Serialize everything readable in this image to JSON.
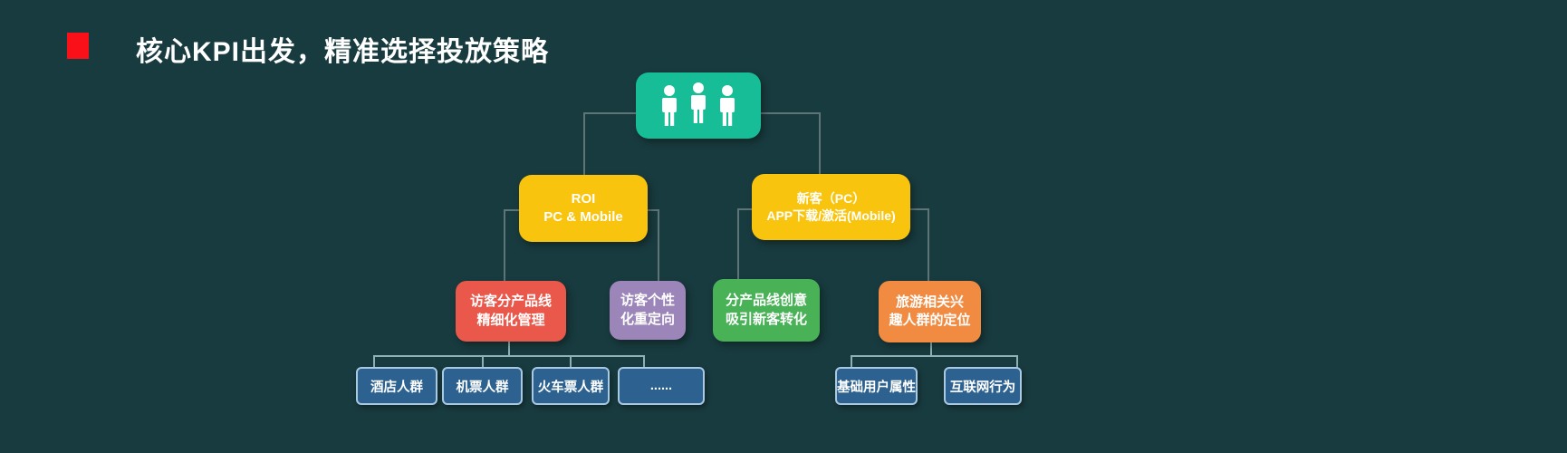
{
  "slide": {
    "background_color": "#183b3f",
    "title": "核心KPI出发，精准选择投放策略",
    "title_color": "#ffffff",
    "bullet_color": "#f91018"
  },
  "diagram": {
    "root": {
      "icon": "people-group-icon",
      "color": "#17bd96"
    },
    "strategies": [
      {
        "lines": [
          "ROI",
          "PC & Mobile"
        ],
        "color": "#f9c40e"
      },
      {
        "lines": [
          "新客（PC）",
          "APP下载/激活(Mobile)"
        ],
        "color": "#f9c40e"
      }
    ],
    "tactics": [
      {
        "lines": [
          "访客分产品线",
          "精细化管理"
        ],
        "color": "#e9584a"
      },
      {
        "lines": [
          "访客个性",
          "化重定向"
        ],
        "color": "#9c85b8"
      },
      {
        "lines": [
          "分产品线创意",
          "吸引新客转化"
        ],
        "color": "#49b257"
      },
      {
        "lines": [
          "旅游相关兴",
          "趣人群的定位"
        ],
        "color": "#f08b41"
      }
    ],
    "segments_left": [
      "酒店人群",
      "机票人群",
      "火车票人群",
      "......"
    ],
    "segments_right": [
      "基础用户属性",
      "互联网行为"
    ],
    "segment_style": {
      "fill": "#2d6290",
      "border": "#a9c8e2"
    },
    "connector_colors": {
      "upper": "#5e7577",
      "lower": "#8fb0b4"
    }
  }
}
